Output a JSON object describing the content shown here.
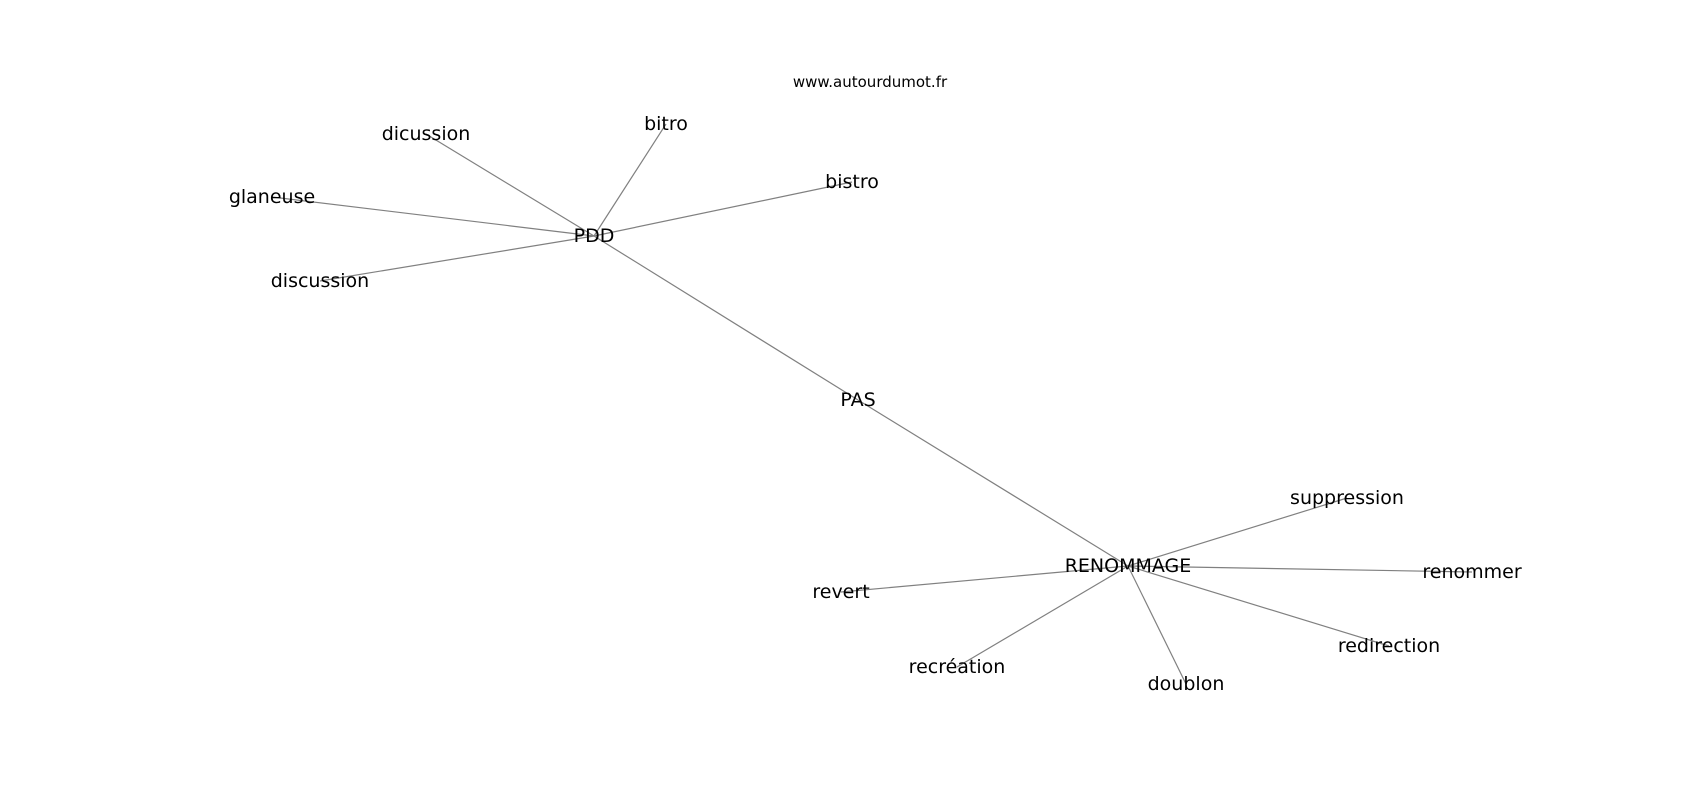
{
  "watermark": "www.autourdumot.fr",
  "nodes": [
    {
      "id": "PDD",
      "label": "PDD"
    },
    {
      "id": "PAS",
      "label": "PAS"
    },
    {
      "id": "RENOMMAGE",
      "label": "RENOMMAGE"
    },
    {
      "id": "dicussion",
      "label": "dicussion"
    },
    {
      "id": "bitro",
      "label": "bitro"
    },
    {
      "id": "bistro",
      "label": "bistro"
    },
    {
      "id": "glaneuse",
      "label": "glaneuse"
    },
    {
      "id": "discussion",
      "label": "discussion"
    },
    {
      "id": "suppression",
      "label": "suppression"
    },
    {
      "id": "renommer",
      "label": "renommer"
    },
    {
      "id": "redirection",
      "label": "redirection"
    },
    {
      "id": "doublon",
      "label": "doublon"
    },
    {
      "id": "recreation",
      "label": "recréation"
    },
    {
      "id": "revert",
      "label": "revert"
    }
  ],
  "edges": [
    [
      "PDD",
      "dicussion"
    ],
    [
      "PDD",
      "bitro"
    ],
    [
      "PDD",
      "bistro"
    ],
    [
      "PDD",
      "glaneuse"
    ],
    [
      "PDD",
      "discussion"
    ],
    [
      "PDD",
      "PAS"
    ],
    [
      "PAS",
      "RENOMMAGE"
    ],
    [
      "RENOMMAGE",
      "suppression"
    ],
    [
      "RENOMMAGE",
      "renommer"
    ],
    [
      "RENOMMAGE",
      "redirection"
    ],
    [
      "RENOMMAGE",
      "doublon"
    ],
    [
      "RENOMMAGE",
      "recreation"
    ],
    [
      "RENOMMAGE",
      "revert"
    ]
  ]
}
